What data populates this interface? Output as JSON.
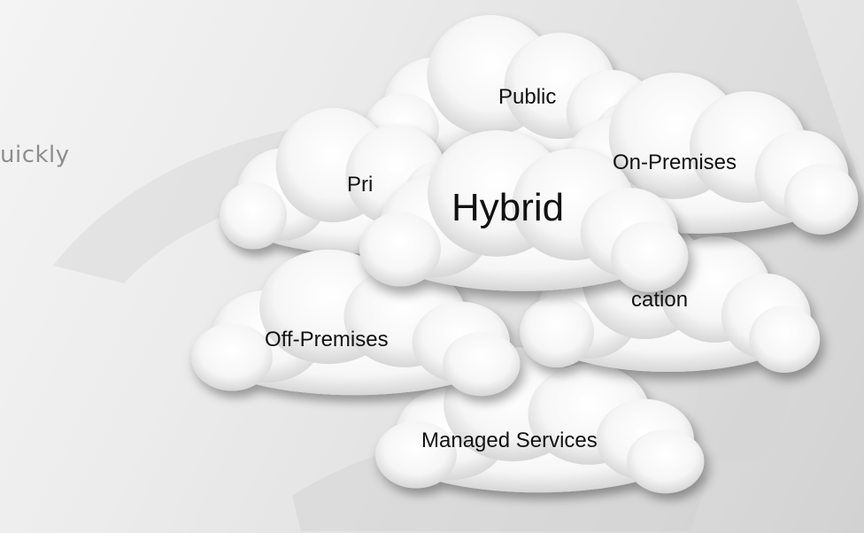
{
  "side_text": "uickly",
  "clouds": {
    "public": "Public",
    "on_premises": "On-Premises",
    "private": "Pri",
    "hybrid": "Hybrid",
    "co_location": "cation",
    "off_premises": "Off-Premises",
    "managed_services": "Managed Services"
  }
}
